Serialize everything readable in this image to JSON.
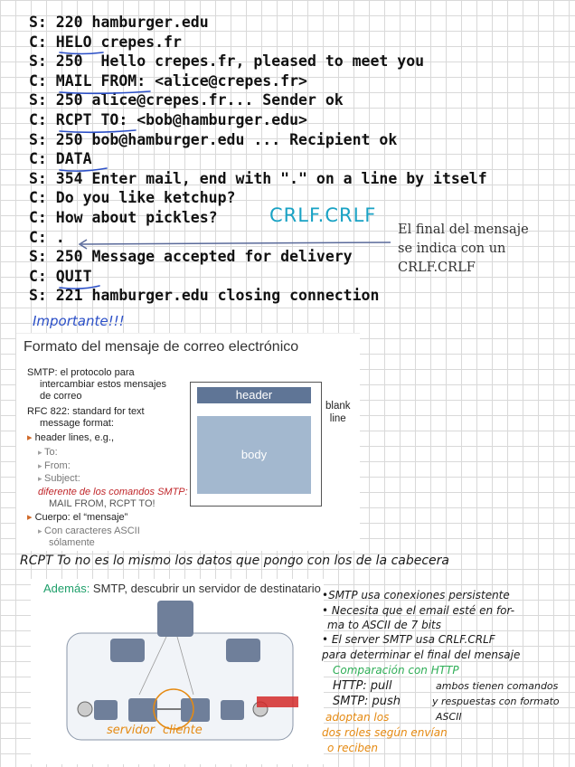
{
  "smtp_dialogue": [
    "S: 220 hamburger.edu",
    "C: HELO crepes.fr",
    "S: 250  Hello crepes.fr, pleased to meet you",
    "C: MAIL FROM: <alice@crepes.fr>",
    "S: 250 alice@crepes.fr... Sender ok",
    "C: RCPT TO: <bob@hamburger.edu>",
    "S: 250 bob@hamburger.edu ... Recipient ok",
    "C: DATA",
    "S: 354 Enter mail, end with \".\" on a line by itself",
    "C: Do you like ketchup?",
    "C: How about pickles?",
    "C: .",
    "S: 250 Message accepted for delivery",
    "C: QUIT",
    "S: 221 hamburger.edu closing connection"
  ],
  "handwritten": {
    "crlf": "CRLF.CRLF",
    "importante": "Importante!!!",
    "rcpt_note": "RCPT To no es lo mismo los datos que pongo con los de la cabecera",
    "bullets": [
      "•SMTP usa conexiones persistente",
      "• Necesita que el email esté en for-",
      "ma to ASCII de 7 bits",
      "• El server SMTP usa CRLF.CRLF",
      "para determinar el final del mensaje"
    ],
    "comparacion": "Comparación con HTTP",
    "http_pull": "HTTP: pull",
    "smtp_push": "SMTP: push",
    "ambos": [
      "ambos tienen comandos",
      "y respuestas con formato",
      "ASCII"
    ],
    "adoptan": [
      "adoptan los",
      "dos roles según envían",
      "o reciben"
    ],
    "servidor": "servidor",
    "cliente": "cliente"
  },
  "serif_note": "El final del mensaje se indica con un CRLF.CRLF",
  "slide": {
    "title": "Formato del mensaje de correo electrónico",
    "smtp_def": [
      "SMTP: el protocolo para",
      "intercambiar estos mensajes",
      "de correo"
    ],
    "rfc_def": [
      "RFC 822: standard for text",
      "message format:"
    ],
    "header_lines": "header lines, e.g.,",
    "to": "To:",
    "from": "From:",
    "subject": "Subject:",
    "diferente_italic": "diferente de los comandos SMTP:",
    "diferente_rest": "MAIL FROM, RCPT TO!",
    "cuerpo": "Cuerpo: el “mensaje”",
    "con_caracteres": [
      "Con caracteres ASCII",
      "sólamente"
    ],
    "header_box": "header",
    "body_box": "body",
    "blank_line": [
      "blank",
      "line"
    ]
  },
  "lower_slide": {
    "title_kw": "Además:",
    "title_rest": " SMTP, descubrir un servidor de destinatario"
  },
  "colors": {
    "blue_ink": "#2b4fc7",
    "cyan_ink": "#19a2c4",
    "orange_ink": "#e58a12",
    "green_ink": "#2fae57",
    "header_box": "#5f7596",
    "body_box": "#a3b8cf",
    "red_arrow": "#d42a2a"
  }
}
